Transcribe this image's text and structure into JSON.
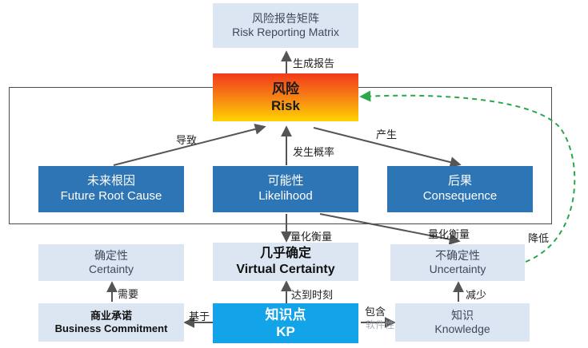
{
  "nodes": {
    "risk_matrix": {
      "zh": "风险报告矩阵",
      "en": "Risk Reporting Matrix"
    },
    "risk": {
      "zh": "风险",
      "en": "Risk"
    },
    "root_cause": {
      "zh": "未来根因",
      "en": "Future Root Cause"
    },
    "likelihood": {
      "zh": "可能性",
      "en": "Likelihood"
    },
    "consequence": {
      "zh": "后果",
      "en": "Consequence"
    },
    "certainty": {
      "zh": "确定性",
      "en": "Certainty"
    },
    "virtual_certainty": {
      "zh": "几乎确定",
      "en": "Virtual Certainty"
    },
    "uncertainty": {
      "zh": "不确定性",
      "en": "Uncertainty"
    },
    "business_commitment": {
      "zh": "商业承诺",
      "en": "Business Commitment"
    },
    "kp": {
      "zh": "知识点",
      "en": "KP"
    },
    "knowledge": {
      "zh": "知识",
      "en": "Knowledge"
    }
  },
  "edges": {
    "generate_report": "生成报告",
    "lead_to": "导致",
    "likelihood_arrow": "发生概率",
    "produce": "产生",
    "measure_left": "量化衡量",
    "measure_right": "量化衡量",
    "reduce": "降低",
    "need": "需要",
    "reach_time": "达到时刻",
    "decrease": "减少",
    "based_on": "基于",
    "contain": "包含"
  },
  "colors": {
    "light_box": "#dce6f2",
    "dark_box": "#2e75b6",
    "kp_box": "#12a3e8",
    "dashed_arrow": "#2aa84a",
    "arrow": "#555555"
  },
  "watermark": "软件性"
}
